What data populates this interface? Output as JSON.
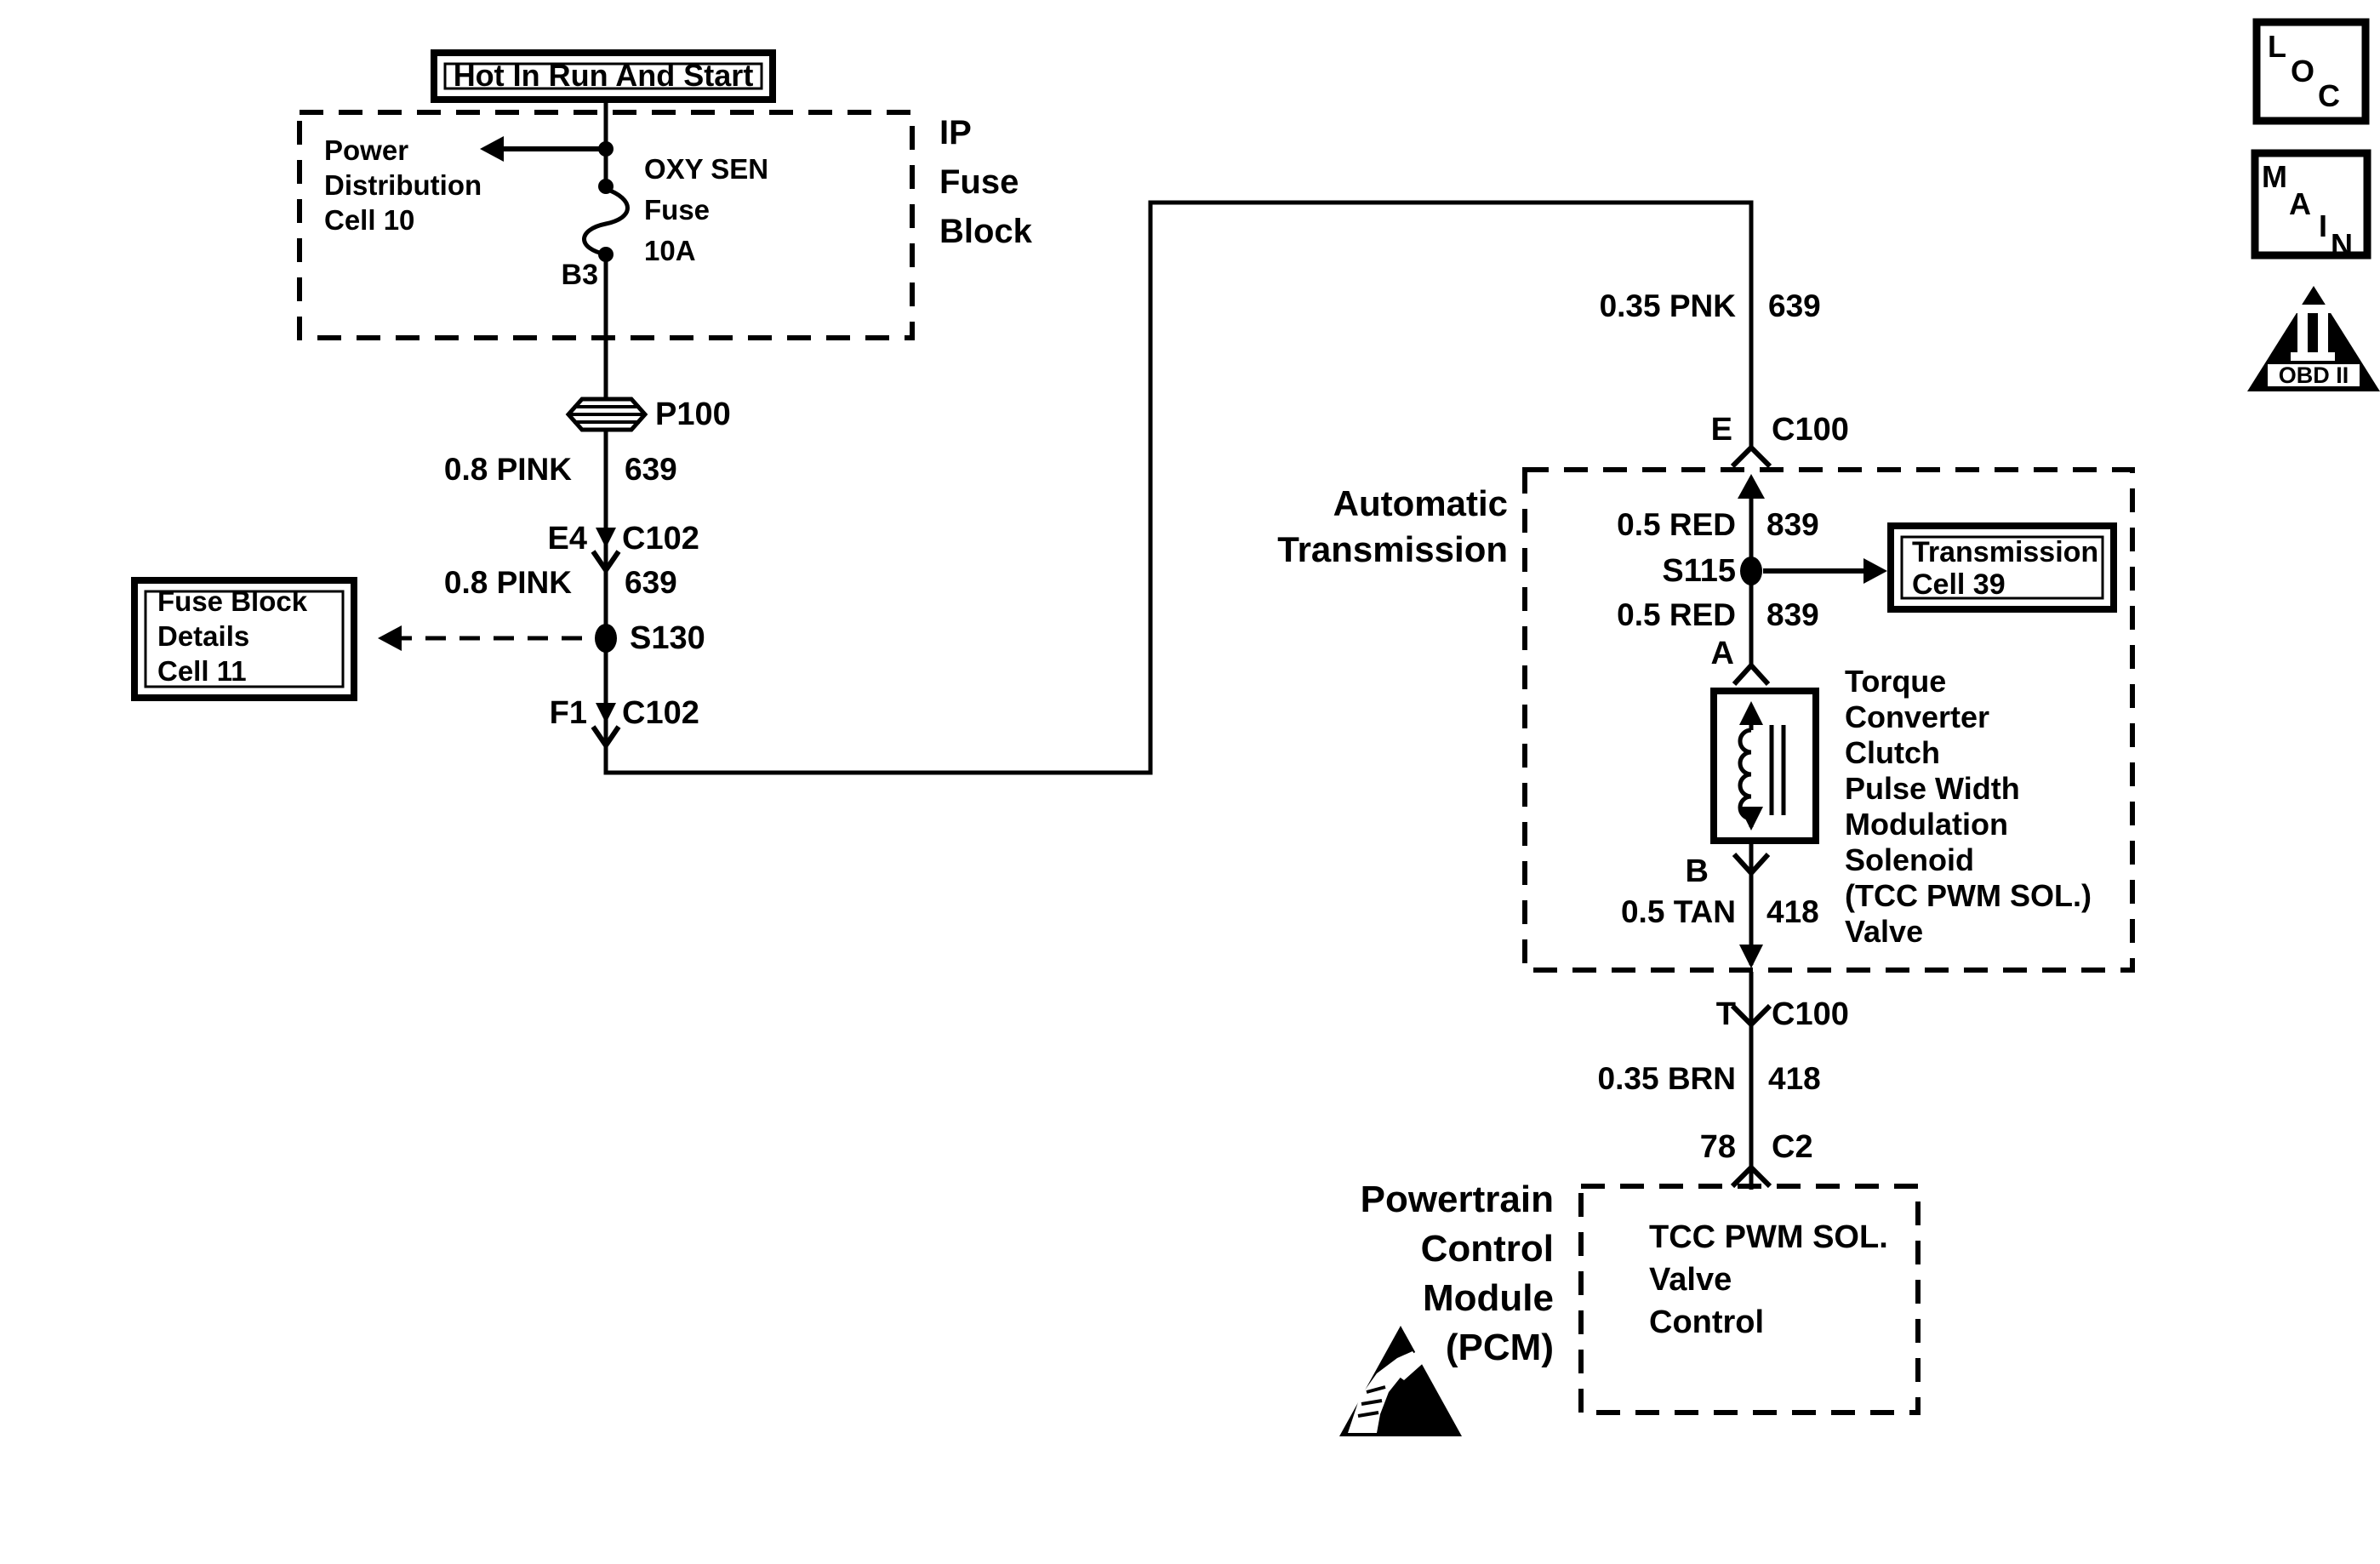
{
  "power_source": {
    "label": "Hot In Run And Start"
  },
  "ip_fuse_block": {
    "name": "IP\nFuse\nBlock",
    "power_distribution_ref": "Power\nDistribution\nCell 10",
    "fuse": "OXY SEN\nFuse\n10A",
    "terminal": "B3"
  },
  "connectors": {
    "p100": "P100",
    "e4": "E4",
    "c102_top": "C102",
    "f1": "F1",
    "c102_bottom": "C102",
    "e": "E",
    "c100_top": "C100",
    "a": "A",
    "b": "B",
    "t": "T",
    "c100_bottom": "C100",
    "pin_78": "78",
    "c2": "C2"
  },
  "splices": {
    "s130": "S130",
    "s115": "S115"
  },
  "references": {
    "fuse_block_details": "Fuse Block\nDetails\nCell 11",
    "transmission_cell": "Transmission\nCell 39"
  },
  "wires": {
    "pink_upper": {
      "spec": "0.8 PINK",
      "circuit": "639"
    },
    "pink_lower": {
      "spec": "0.8 PINK",
      "circuit": "639"
    },
    "pnk_right": {
      "spec": "0.35 PNK",
      "circuit": "639"
    },
    "red_upper": {
      "spec": "0.5 RED",
      "circuit": "839"
    },
    "red_lower": {
      "spec": "0.5 RED",
      "circuit": "839"
    },
    "tan": {
      "spec": "0.5 TAN",
      "circuit": "418"
    },
    "brn": {
      "spec": "0.35 BRN",
      "circuit": "418"
    }
  },
  "automatic_transmission": {
    "label": "Automatic\nTransmission",
    "solenoid_description": "Torque\nConverter\nClutch\nPulse Width\nModulation\nSolenoid\n(TCC PWM SOL.)\nValve"
  },
  "pcm": {
    "label": "Powertrain\nControl\nModule\n(PCM)",
    "function": "TCC PWM SOL.\nValve\nControl"
  },
  "legend": {
    "loc": [
      "L",
      "O",
      "C"
    ],
    "main": [
      "M",
      "A",
      "I",
      "N"
    ],
    "obd": "OBD II"
  }
}
